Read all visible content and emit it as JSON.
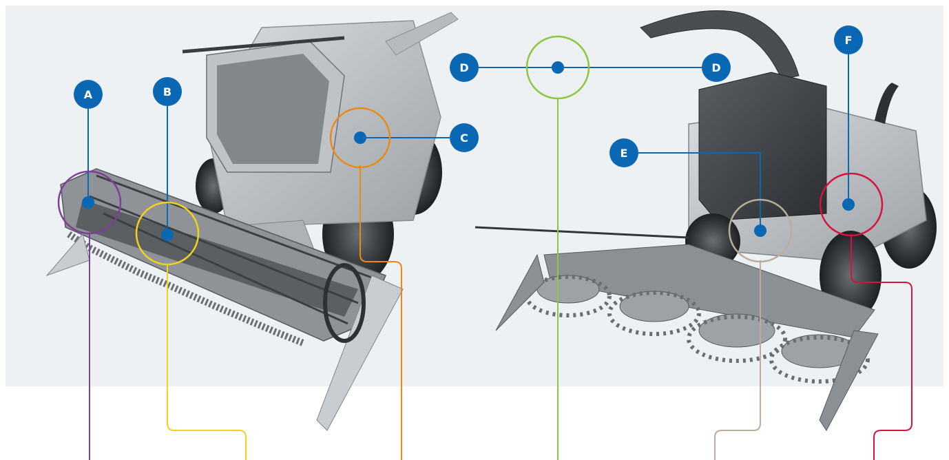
{
  "colors": {
    "marker_fill": "#0a67b4",
    "callout_blue": "#0a67b4",
    "header_ring": "#7d3f98",
    "reel_ring": "#f2d21b",
    "cab_ring": "#e98a16",
    "spout_ring": "#8dc63f",
    "cutter_ring": "#b9ad9d",
    "engine_ring": "#d8123f",
    "panel_bg": "#eef1f4"
  },
  "markers": [
    {
      "id": "A",
      "label": "A"
    },
    {
      "id": "B",
      "label": "B"
    },
    {
      "id": "C",
      "label": "C"
    },
    {
      "id": "D1",
      "label": "D"
    },
    {
      "id": "D2",
      "label": "D"
    },
    {
      "id": "E",
      "label": "E"
    },
    {
      "id": "F",
      "label": "F"
    }
  ],
  "machines": [
    {
      "icon": "combine-harvester-icon"
    },
    {
      "icon": "forage-harvester-icon"
    }
  ]
}
